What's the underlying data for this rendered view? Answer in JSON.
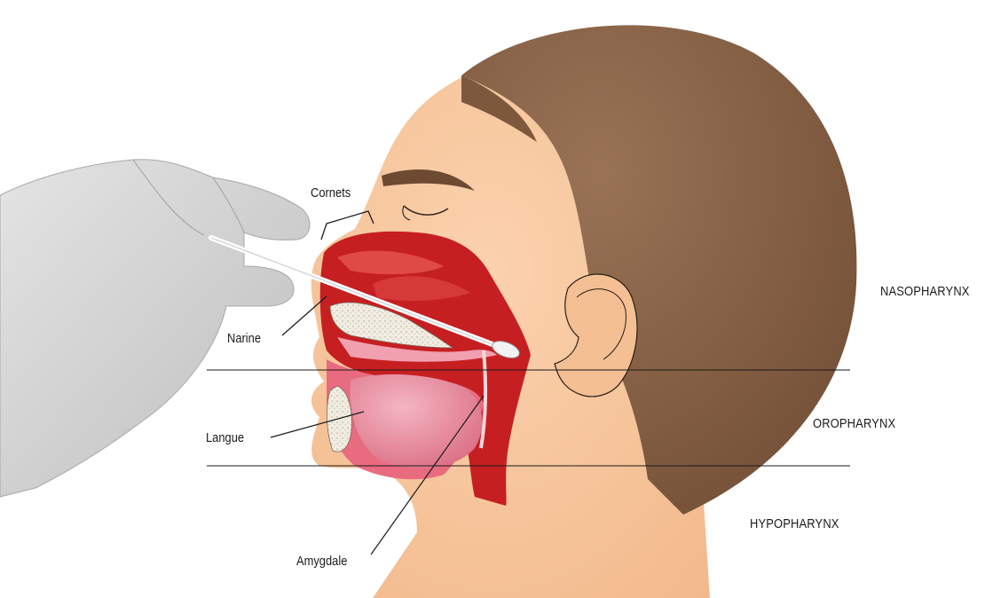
{
  "labels": {
    "cornets": "Cornets",
    "narine": "Narine",
    "langue": "Langue",
    "amygdale": "Amygdale"
  },
  "zones": {
    "nasopharynx": "NASOPHARYNX",
    "oropharynx": "OROPHARYNX",
    "hypopharynx": "HYPOPHARYNX"
  },
  "colors": {
    "skin": "#f7c59a",
    "hair": "#8b6347",
    "glove": "#d6d6d6",
    "cavity": "#c61f22",
    "tongue": "#e8869a",
    "bone": "#efe9dd"
  },
  "icons": {
    "swab": "nasal-swab-icon",
    "hand": "gloved-hand-icon"
  }
}
